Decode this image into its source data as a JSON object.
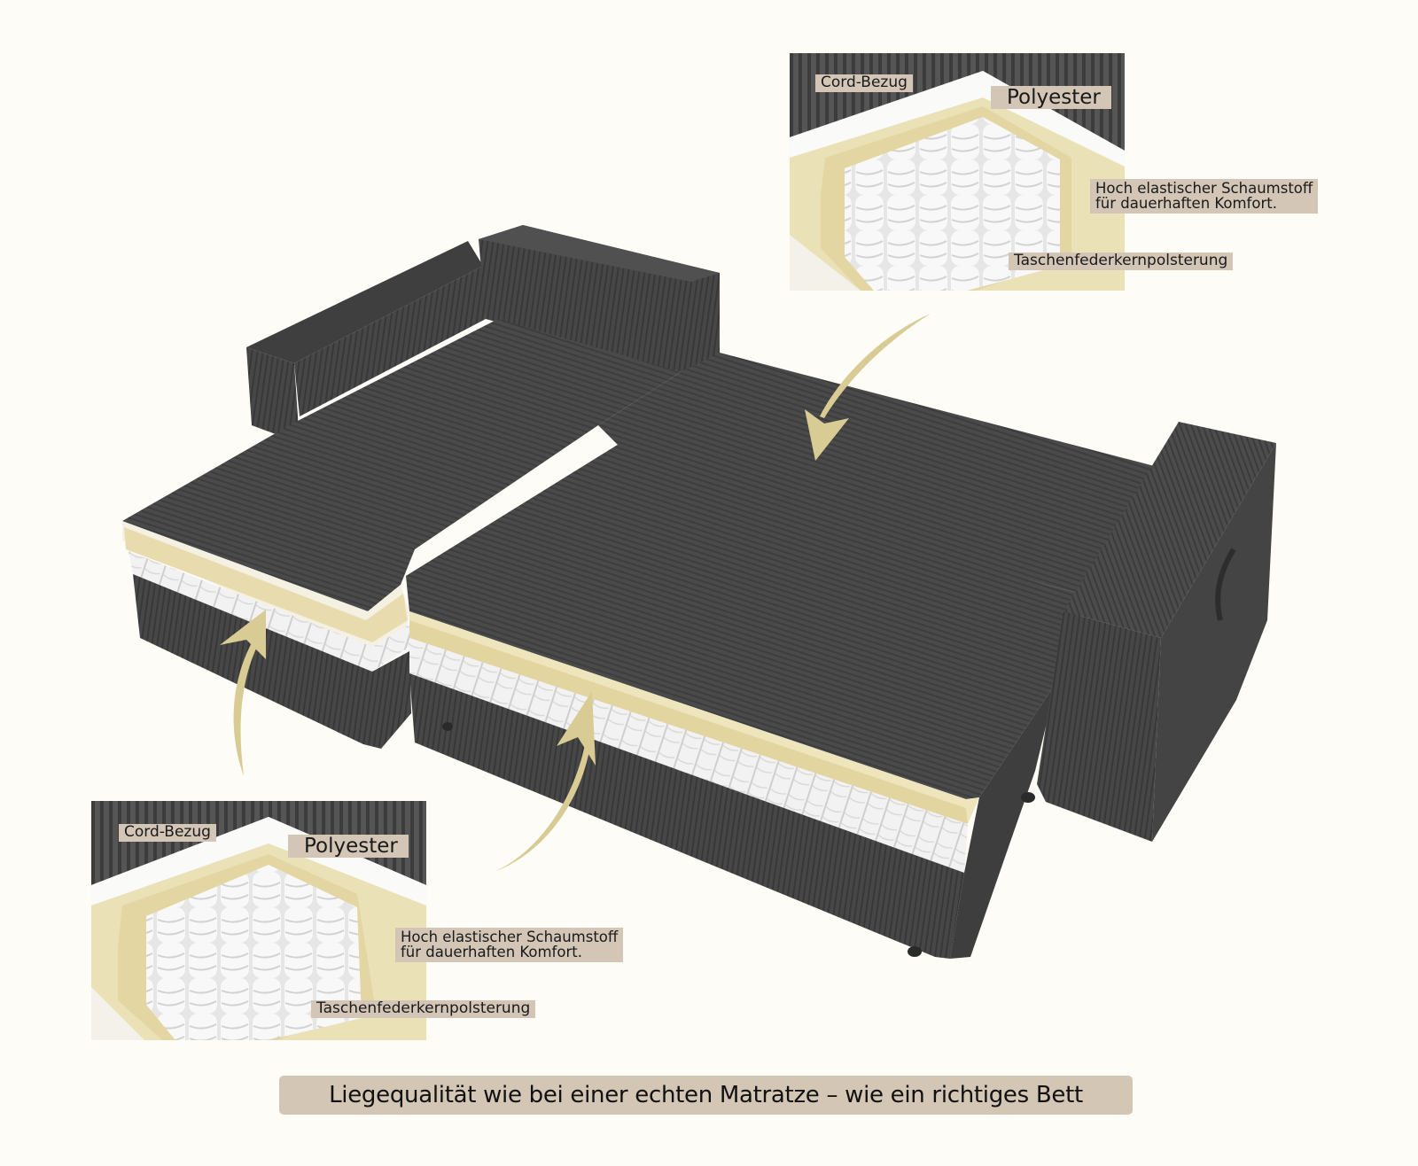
{
  "scene": {
    "description": "Dark grey corduroy corner sofa bed (pulled out) with cutaway mattress layers",
    "colors": {
      "background": "#fefcf7",
      "fabric": "#4a4a4a",
      "fabric_dark": "#3a3a3a",
      "foam_yellow": "#e8ddb0",
      "polyester_white": "#f7f5ee",
      "springs": "#e9e9e9",
      "arrow": "#d8cc94",
      "label_bg": "#d3c6b6"
    },
    "arrows": [
      {
        "name": "arrow-top-to-seat",
        "direction": "down-left"
      },
      {
        "name": "arrow-left-chaise",
        "direction": "up"
      },
      {
        "name": "arrow-middle-bed",
        "direction": "up"
      }
    ]
  },
  "inset_top_right": {
    "labels": {
      "cover": "Cord-Bezug",
      "polyester": "Polyester",
      "foam": "Hoch elastischer Schaumstoff\nfür dauerhaften Komfort.",
      "springs": "Taschenfederkernpolsterung"
    }
  },
  "inset_bottom_left": {
    "labels": {
      "cover": "Cord-Bezug",
      "polyester": "Polyester",
      "foam": "Hoch elastischer Schaumstoff\nfür dauerhaften Komfort.",
      "springs": "Taschenfederkernpolsterung"
    }
  },
  "banner": {
    "text": "Liegequalität wie bei einer echten Matratze – wie ein richtiges Bett"
  }
}
